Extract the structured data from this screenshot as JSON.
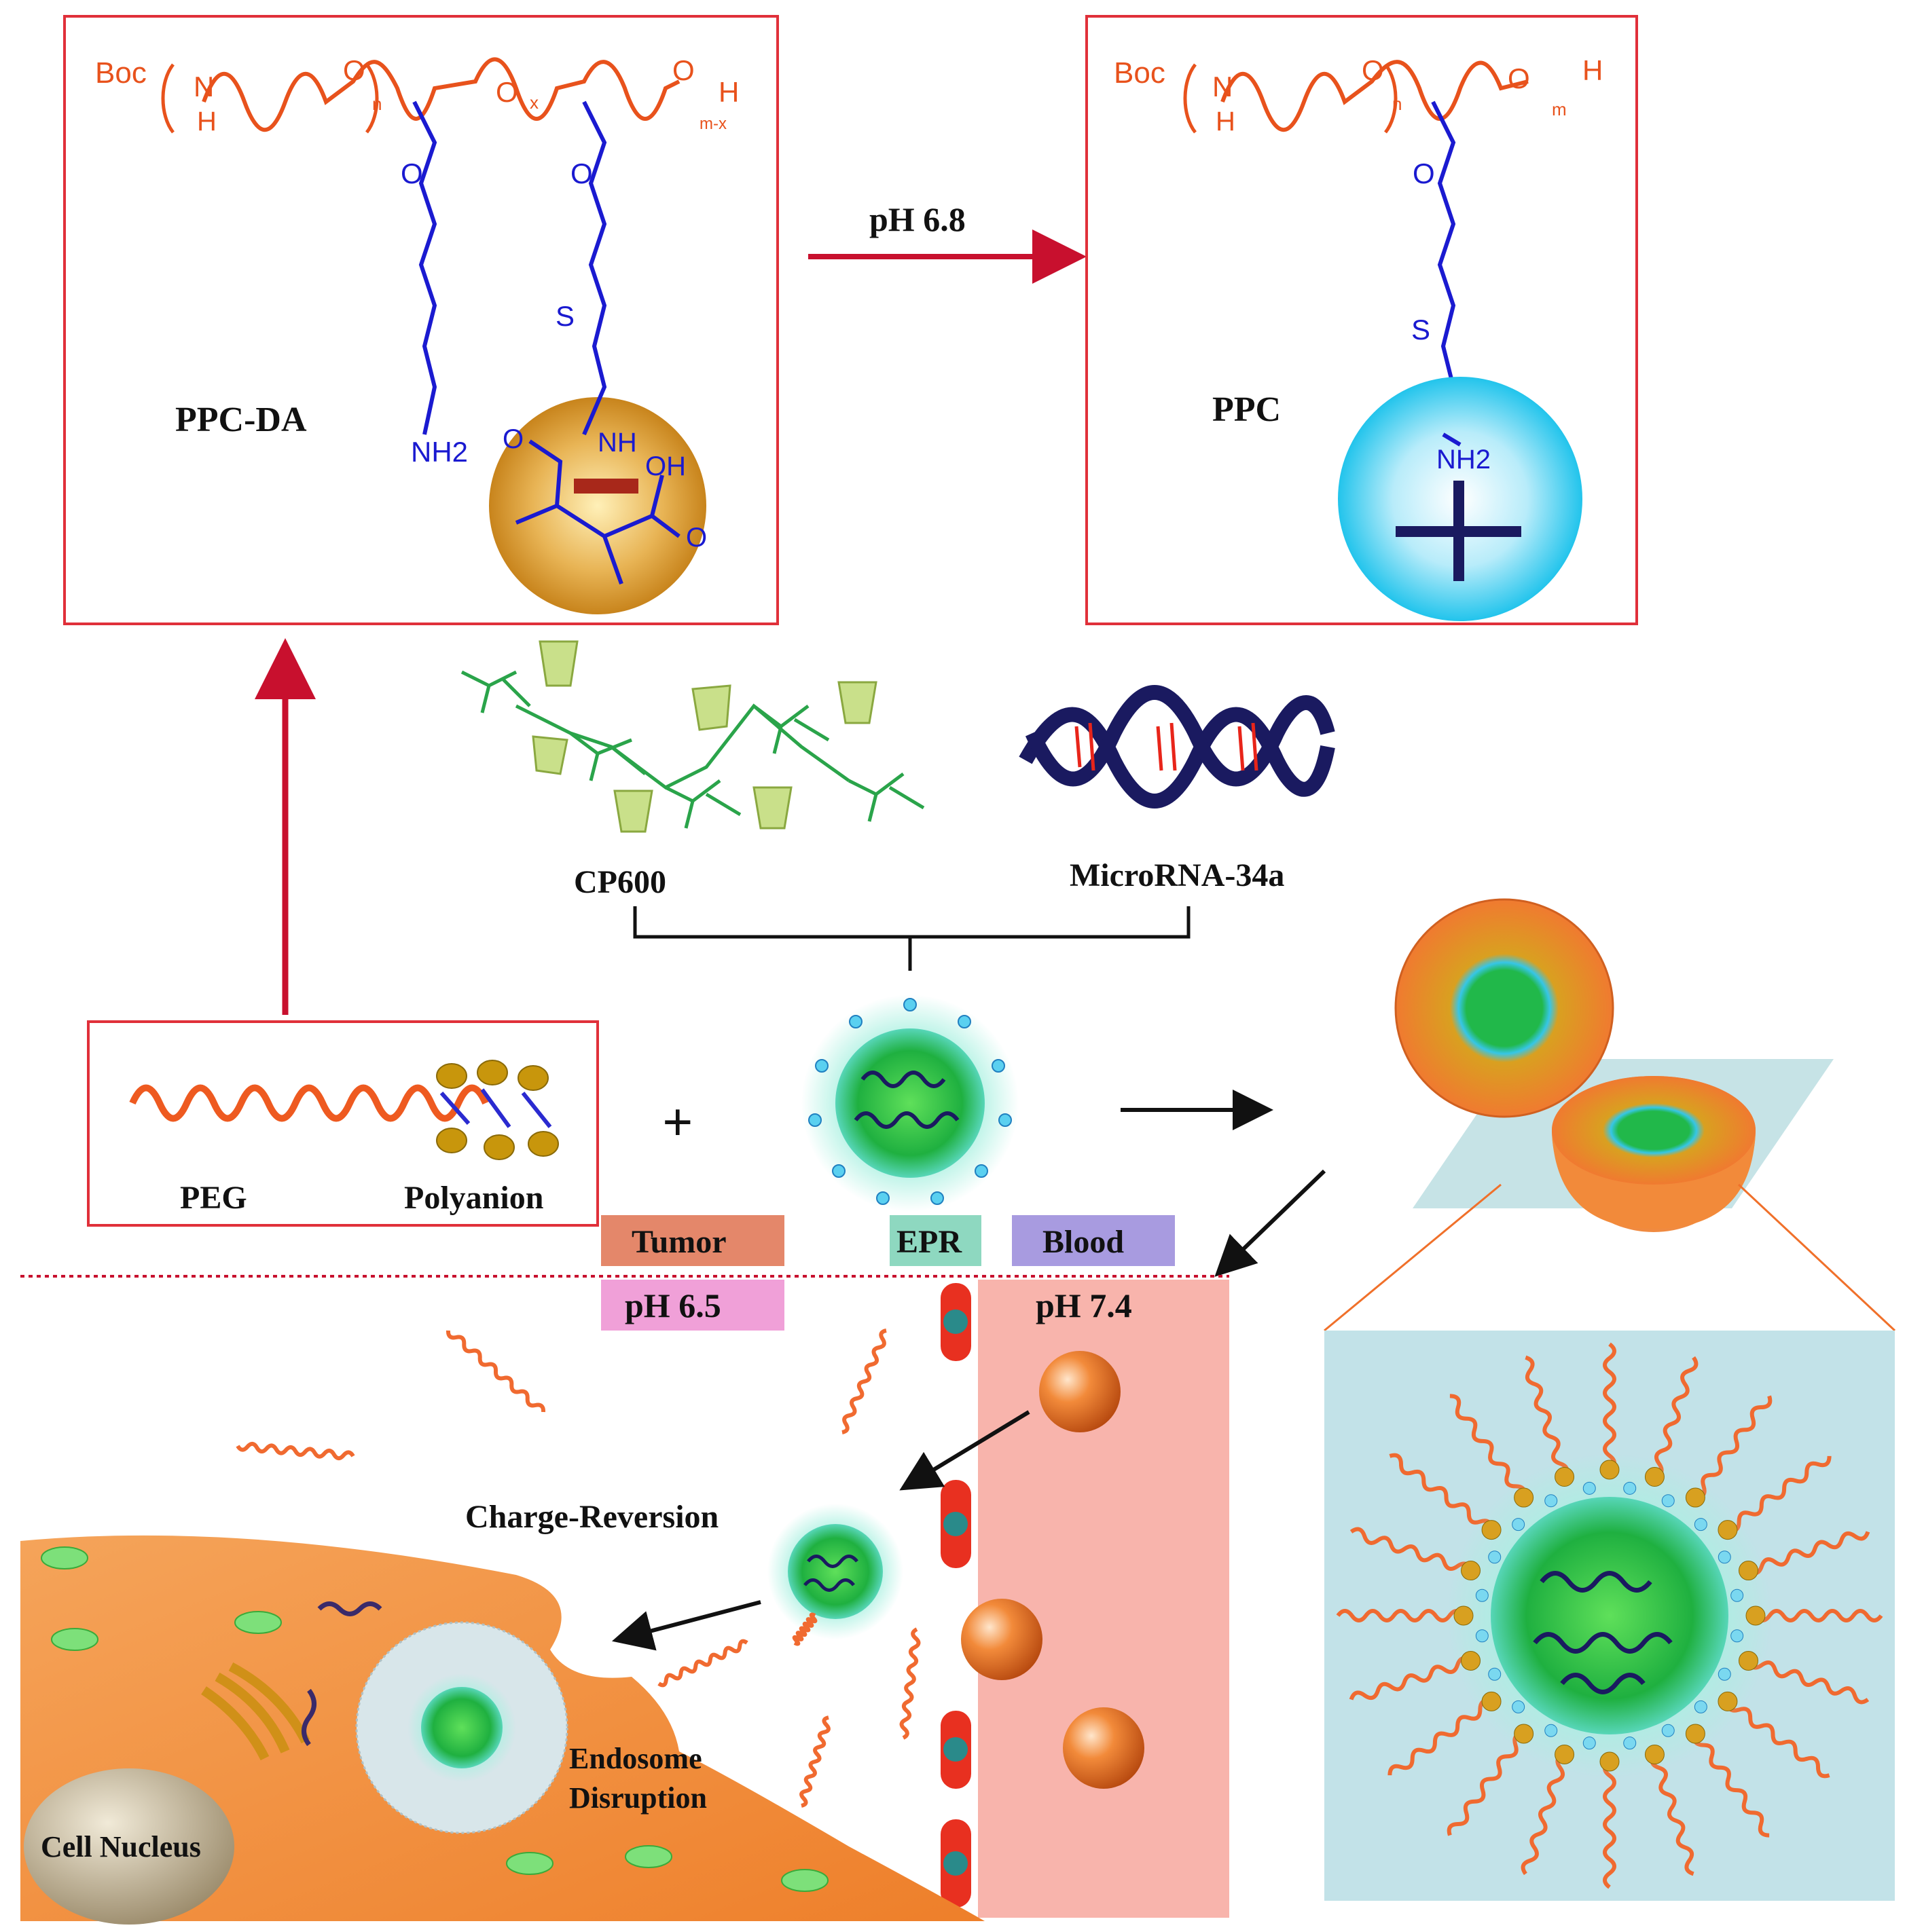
{
  "panels": {
    "ppc_da": {
      "title": "PPC-DA"
    },
    "ppc": {
      "title": "PPC"
    }
  },
  "chem": {
    "boc": "Boc",
    "n": "N",
    "h": "H",
    "o": "O",
    "s": "S",
    "nh2": "NH2",
    "nh": "NH",
    "oh": "OH",
    "sub_n": "n",
    "sub_x": "x",
    "sub_mx": "m-x",
    "sub_m": "m"
  },
  "arrows": {
    "top_condition": "pH  6.8"
  },
  "components": {
    "cp600": "CP600",
    "microrna": "MicroRNA-34a",
    "plus": "+"
  },
  "polymer_box": {
    "peg": "PEG",
    "polyanion": "Polyanion"
  },
  "zones": {
    "tumor": "Tumor",
    "epr": "EPR",
    "blood": "Blood",
    "tumor_ph": "pH  6.5",
    "blood_ph": "pH  7.4"
  },
  "labels": {
    "charge_reversion": "Charge-Reversion",
    "endosome_1": "Endosome",
    "endosome_2": "Disruption",
    "cell_nucleus": "Cell Nucleus"
  },
  "colors": {
    "box_border": "#e0303a",
    "arrow_red": "#c8102e",
    "chem_orange": "#e8521c",
    "chem_blue": "#1a1ad0",
    "tumor_tag": "#e4876a",
    "epr_tag": "#8ed8c0",
    "blood_tag": "#a89be0",
    "tumor_ph_tag": "#f0a0d8",
    "vessel": "#f8b4ac",
    "cell": "#f28a3a"
  }
}
